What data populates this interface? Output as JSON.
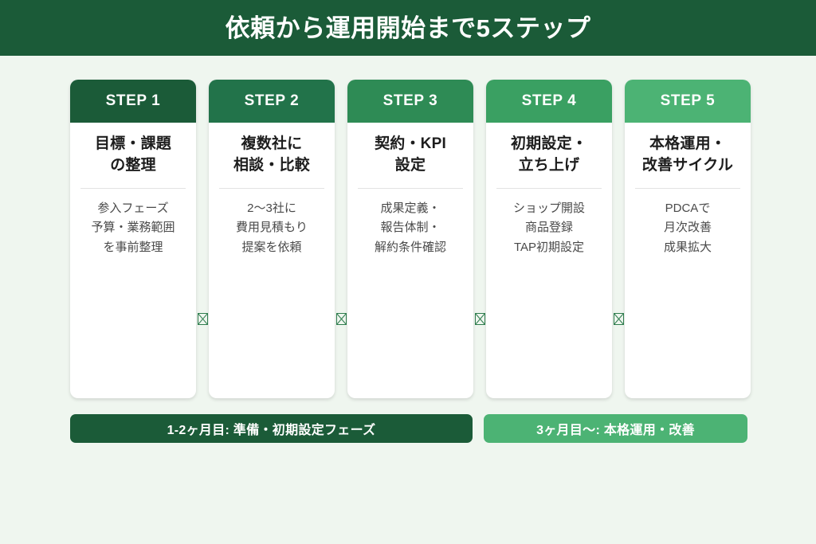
{
  "header": {
    "title": "依頼から運用開始まで5ステップ",
    "background_color": "#1b5b38",
    "text_color": "#ffffff"
  },
  "page": {
    "background_color": "#eff6ef"
  },
  "connector": {
    "icon_name": "missing-glyph-box-icon",
    "stroke_color": "#2f7d4e"
  },
  "steps": [
    {
      "badge": "STEP 1",
      "badge_color": "#1b5b38",
      "title": "目標・課題\nの整理",
      "desc": "参入フェーズ\n予算・業務範囲\nを事前整理"
    },
    {
      "badge": "STEP 2",
      "badge_color": "#22734a",
      "title": "複数社に\n相談・比較",
      "desc": "2〜3社に\n費用見積もり\n提案を依頼"
    },
    {
      "badge": "STEP 3",
      "badge_color": "#2e8b55",
      "title": "契約・KPI\n設定",
      "desc": "成果定義・\n報告体制・\n解約条件確認"
    },
    {
      "badge": "STEP 4",
      "badge_color": "#3aa062",
      "title": "初期設定・\n立ち上げ",
      "desc": "ショップ開設\n商品登録\nTAP初期設定"
    },
    {
      "badge": "STEP 5",
      "badge_color": "#4cb374",
      "title": "本格運用・\n改善サイクル",
      "desc": "PDCAで\n月次改善\n成果拡大"
    }
  ],
  "phases": [
    {
      "label": "1-2ヶ月目: 準備・初期設定フェーズ",
      "color": "#1b5b38"
    },
    {
      "label": "3ヶ月目〜: 本格運用・改善",
      "color": "#4cb374"
    }
  ]
}
